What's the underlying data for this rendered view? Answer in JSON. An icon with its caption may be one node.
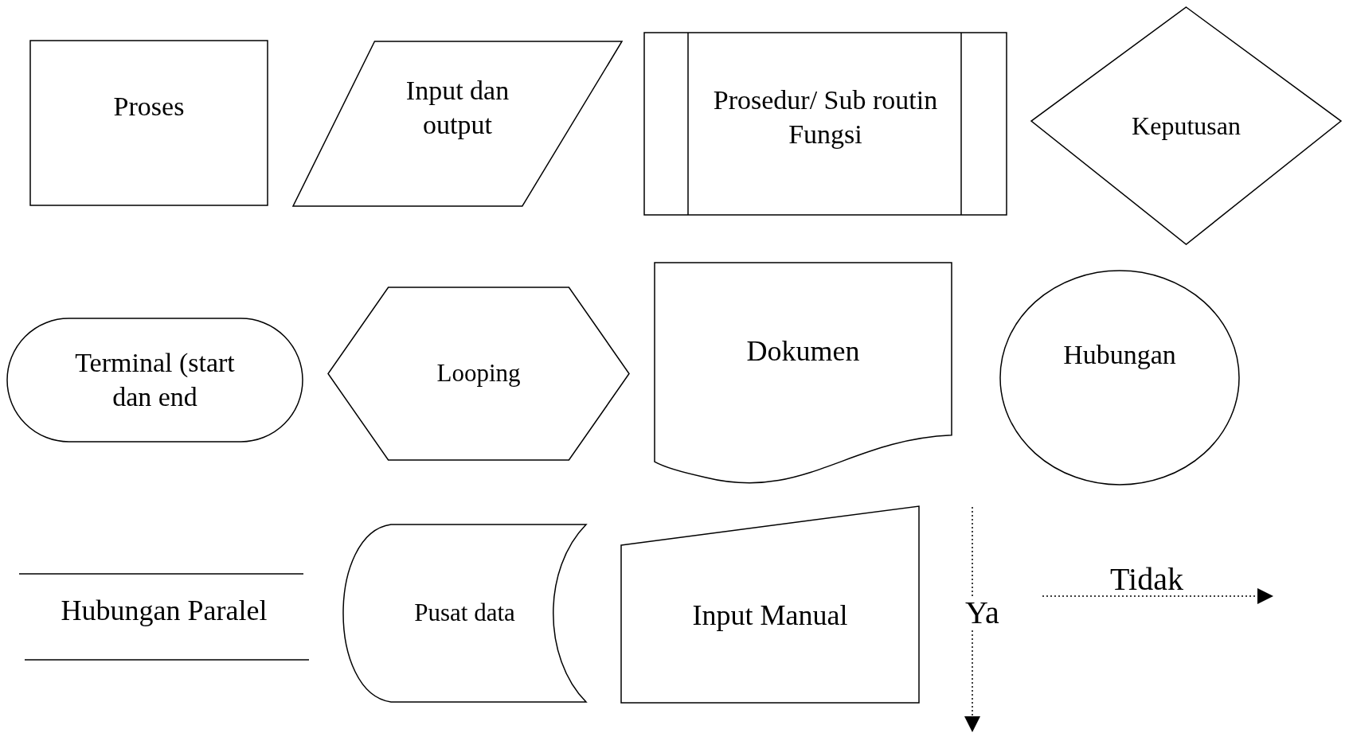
{
  "diagram": {
    "nodes": [
      {
        "text": [
          "Proses"
        ]
      },
      {
        "text": [
          "Input dan output"
        ]
      },
      {
        "text": [
          "Prosedur/ Sub routin Fungsi"
        ]
      },
      {
        "text": [
          "Keputusan"
        ]
      },
      {
        "text": [
          "Terminal (start dan end"
        ]
      },
      {
        "text": [
          "Looping"
        ]
      },
      {
        "text": [
          "Dokumen"
        ]
      },
      {
        "text": [
          "Hubungan"
        ]
      },
      {
        "text": [
          "Hubungan Paralel"
        ]
      },
      {
        "text": [
          "Pusat data"
        ]
      },
      {
        "text": [
          "Input Manual"
        ]
      }
    ],
    "labels": [
      "Ya",
      "Tidak"
    ]
  }
}
